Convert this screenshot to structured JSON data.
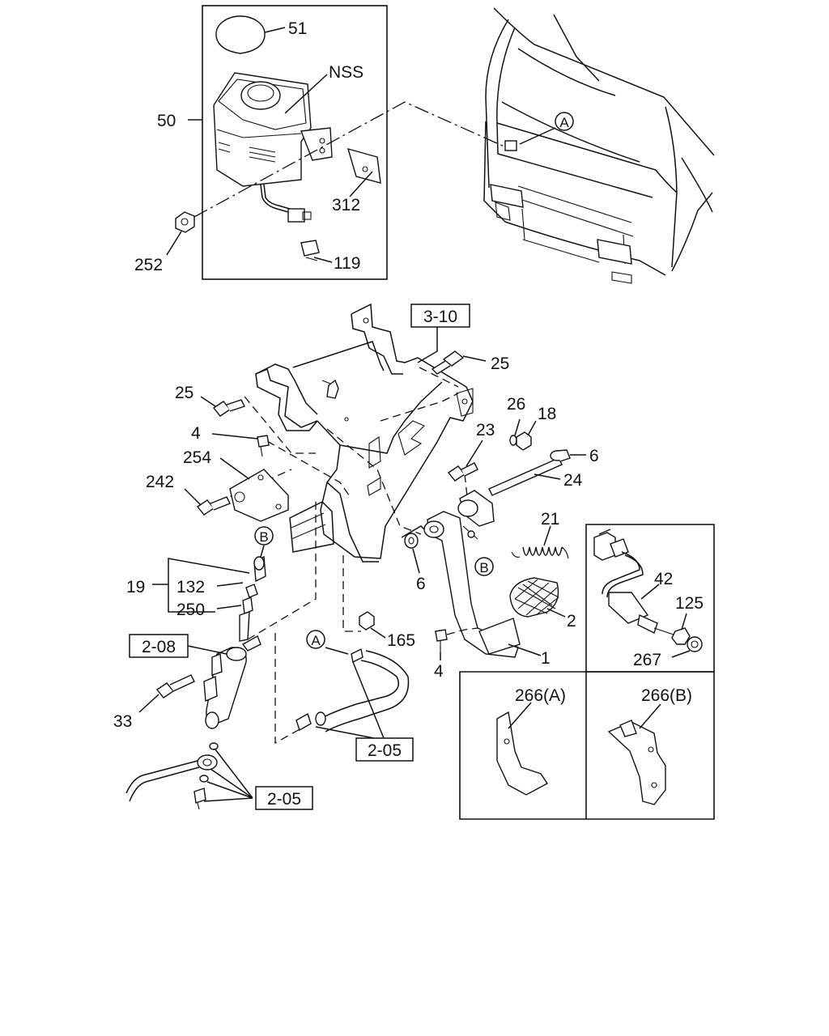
{
  "callouts": {
    "c51": "51",
    "nss": "NSS",
    "c50": "50",
    "c312": "312",
    "c252": "252",
    "c119": "119",
    "ref_a_top": "A",
    "ref_3_10": "3-10",
    "c25_right": "25",
    "c25_left": "25",
    "c4_top": "4",
    "c254": "254",
    "c242": "242",
    "c26": "26",
    "c18": "18",
    "c23": "23",
    "c6_right": "6",
    "c24": "24",
    "c21": "21",
    "ref_b_mid": "B",
    "ref_b_left": "B",
    "c6_low": "6",
    "c2": "2",
    "c1": "1",
    "c165": "165",
    "c4_low": "4",
    "ref_a_low": "A",
    "c19": "19",
    "c132": "132",
    "c250": "250",
    "ref_2_08": "2-08",
    "c33": "33",
    "ref_2_05_a": "2-05",
    "ref_2_05_b": "2-05",
    "c42": "42",
    "c125": "125",
    "c267": "267",
    "c266a": "266(A)",
    "c266b": "266(B)"
  }
}
